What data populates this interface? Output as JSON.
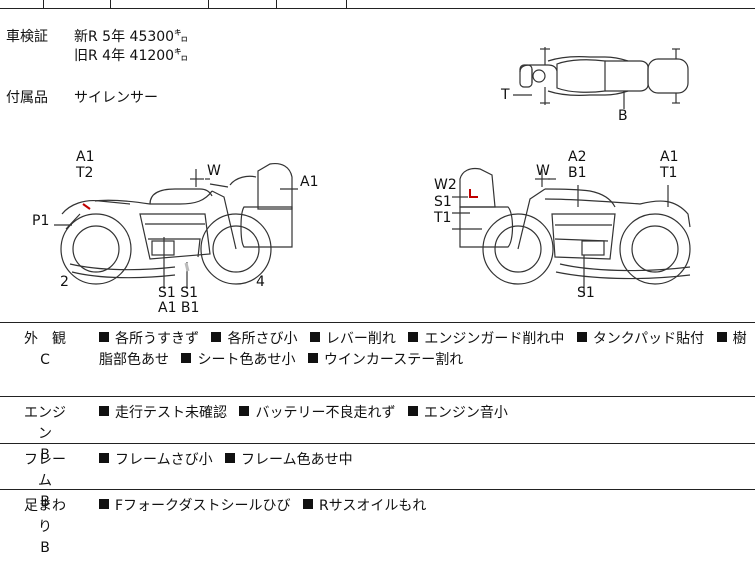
{
  "shaken": {
    "label": "車検証",
    "line1": "新R 5年 45300㌔",
    "line2": "旧R 4年 41200㌔"
  },
  "accessories": {
    "label": "付属品",
    "value": "サイレンサー"
  },
  "top_view_labels": {
    "t": "T",
    "b": "B"
  },
  "left_view_labels": {
    "a1_t2": [
      "A1",
      "T2"
    ],
    "w": "W",
    "a1_rear": "A1",
    "p1": "P1",
    "num2": "2",
    "num4": "4",
    "s1s1": "S1 S1",
    "a1b1": "A1 B1"
  },
  "right_view_labels": {
    "w2": "W2",
    "s1": "S1",
    "t1": "T1",
    "w": "W",
    "a2_b1": [
      "A2",
      "B1"
    ],
    "a1_t1": [
      "A1",
      "T1"
    ],
    "s1_bottom": "S1"
  },
  "accent_color": "#c00000",
  "rows": [
    {
      "category": "外　観",
      "grade": "C",
      "items": [
        "各所うすきず",
        "各所さび小",
        "レバー削れ",
        "エンジンガード削れ中",
        "タンクパッド貼付",
        "樹脂部色あせ",
        "シート色あせ小",
        "ウインカーステー割れ"
      ]
    },
    {
      "category": "エンジン",
      "grade": "B",
      "items": [
        "走行テスト未確認",
        "バッテリー不良走れず",
        "エンジン音小"
      ]
    },
    {
      "category": "フレーム",
      "grade": "B",
      "items": [
        "フレームさび小",
        "フレーム色あせ中"
      ]
    },
    {
      "category": "足まわり",
      "grade": "B",
      "items": [
        "Fフォークダストシールひび",
        "Rサスオイルもれ"
      ]
    }
  ]
}
